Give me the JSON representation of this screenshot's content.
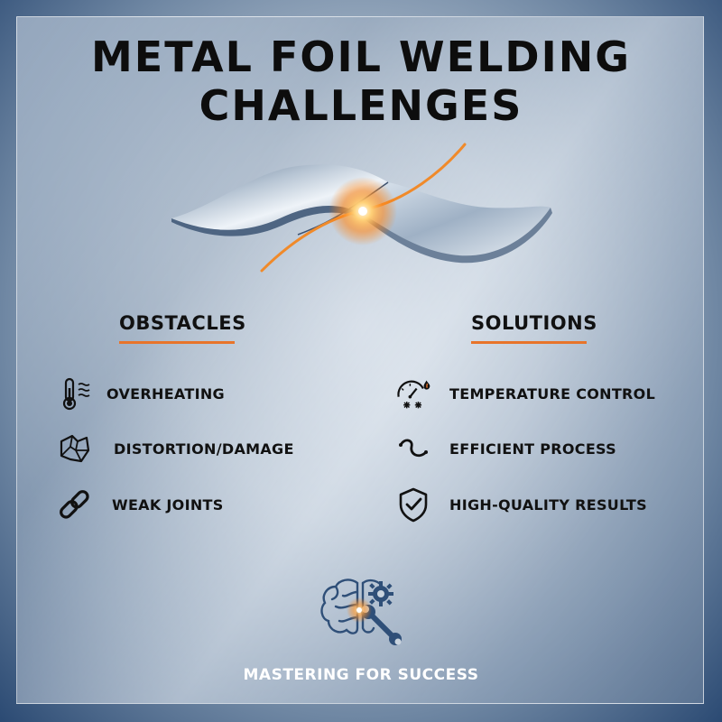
{
  "title": {
    "line1": "METAL FOIL WELDING",
    "line2": "CHALLENGES"
  },
  "obstacles": {
    "heading": "OBSTACLES",
    "items": [
      {
        "label": "OVERHEATING",
        "icon": "thermometer-icon"
      },
      {
        "label": "DISTORTION/DAMAGE",
        "icon": "crumpled-foil-icon"
      },
      {
        "label": "WEAK JOINTS",
        "icon": "chain-link-icon"
      }
    ]
  },
  "solutions": {
    "heading": "SOLUTIONS",
    "items": [
      {
        "label": "TEMPERATURE CONTROL",
        "icon": "gauge-flame-snowflake-icon"
      },
      {
        "label": "EFFICIENT PROCESS",
        "icon": "wavy-path-icon"
      },
      {
        "label": "HIGH-QUALITY RESULTS",
        "icon": "shield-check-icon"
      }
    ]
  },
  "footer": {
    "text": "MASTERING FOR SUCCESS",
    "icon": "brain-gear-wrench-icon"
  },
  "colors": {
    "accent": "#e8742a",
    "text": "#111111",
    "footer_text": "#ffffff",
    "icon_blue": "#2f4f78"
  }
}
